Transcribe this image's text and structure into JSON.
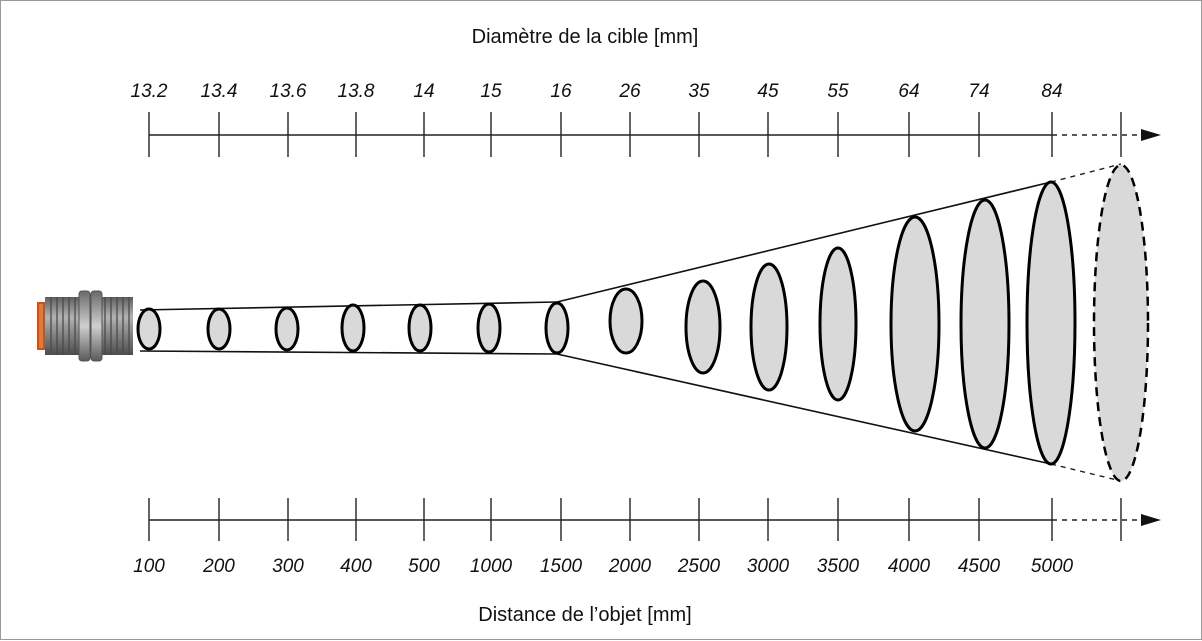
{
  "top_axis": {
    "title": "Diamètre de la cible [mm]",
    "ticks": [
      "13.2",
      "13.4",
      "13.6",
      "13.8",
      "14",
      "15",
      "16",
      "26",
      "35",
      "45",
      "55",
      "64",
      "74",
      "84"
    ]
  },
  "bottom_axis": {
    "title": "Distance de l’objet [mm]",
    "ticks": [
      "100",
      "200",
      "300",
      "400",
      "500",
      "1000",
      "1500",
      "2000",
      "2500",
      "3000",
      "3500",
      "4000",
      "4500",
      "5000"
    ]
  },
  "colors": {
    "spot_fill": "#d9d9d9",
    "outline": "#000000",
    "sensor_body": "#8c8c8c",
    "sensor_lens": "#c8521e"
  },
  "icons": [
    "sensor-icon",
    "arrow-right-icon"
  ]
}
